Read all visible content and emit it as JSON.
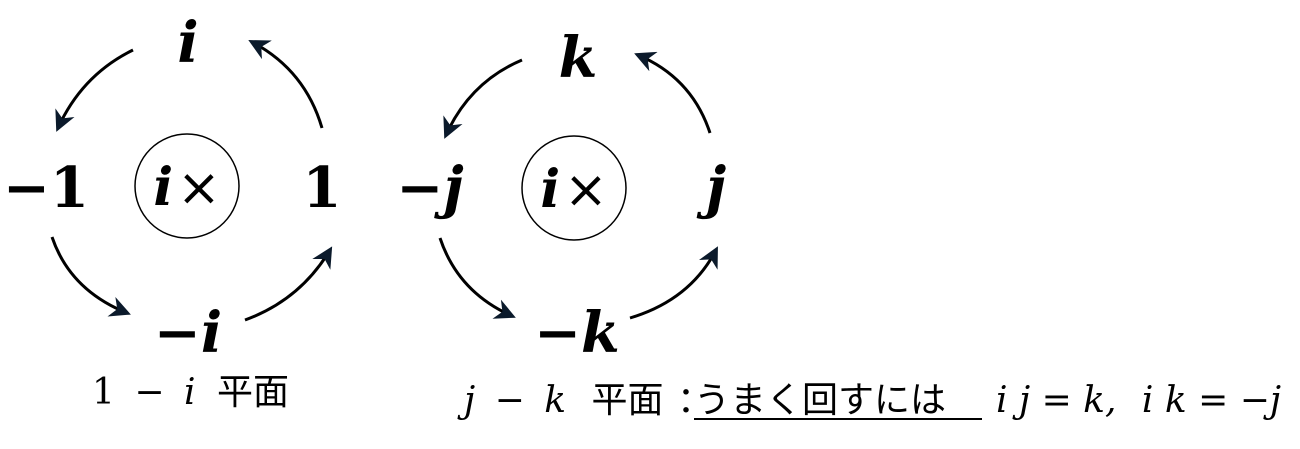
{
  "left_diagram": {
    "top": "i",
    "left": "−1",
    "right": "1",
    "bottom": "−i",
    "center_var": "i",
    "center_op": "×",
    "caption": {
      "expr_1": "1",
      "expr_minus": "−",
      "expr_i": "i",
      "plane": "平面"
    }
  },
  "right_diagram": {
    "top": "k",
    "left": "−j",
    "right": "j",
    "bottom": "−k",
    "center_var": "i",
    "center_op": "×",
    "caption": {
      "expr_j": "j",
      "expr_minus": "−",
      "expr_k": "k",
      "plane": "平面",
      "colon": "：",
      "note": "うまく回すには",
      "eq1": "i j = k,",
      "eq2": "i k = −j"
    }
  },
  "colors": {
    "ink": "#000000",
    "arrowhead": "#0b1a2b"
  }
}
